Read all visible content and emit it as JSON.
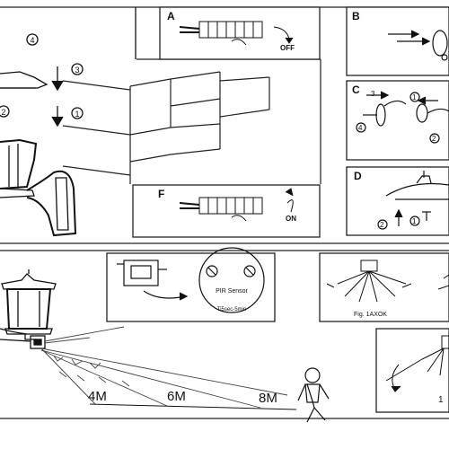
{
  "panels": {
    "A": {
      "letter": "A",
      "action": "OFF"
    },
    "B": {
      "letter": "B"
    },
    "C": {
      "letter": "C",
      "steps": [
        "3",
        "1",
        "4",
        "2"
      ]
    },
    "D": {
      "letter": "D",
      "steps": [
        "2",
        "1"
      ]
    },
    "F": {
      "letter": "F",
      "action": "ON"
    }
  },
  "left_steps": [
    "4",
    "3",
    "1",
    "2"
  ],
  "sensor": {
    "label": "PIR Sensor",
    "timer": "Ti5sec-5min"
  },
  "fig_label": "Fig. 1AXOK",
  "angle_label": "1",
  "distances": [
    "4M",
    "6M",
    "8M"
  ]
}
